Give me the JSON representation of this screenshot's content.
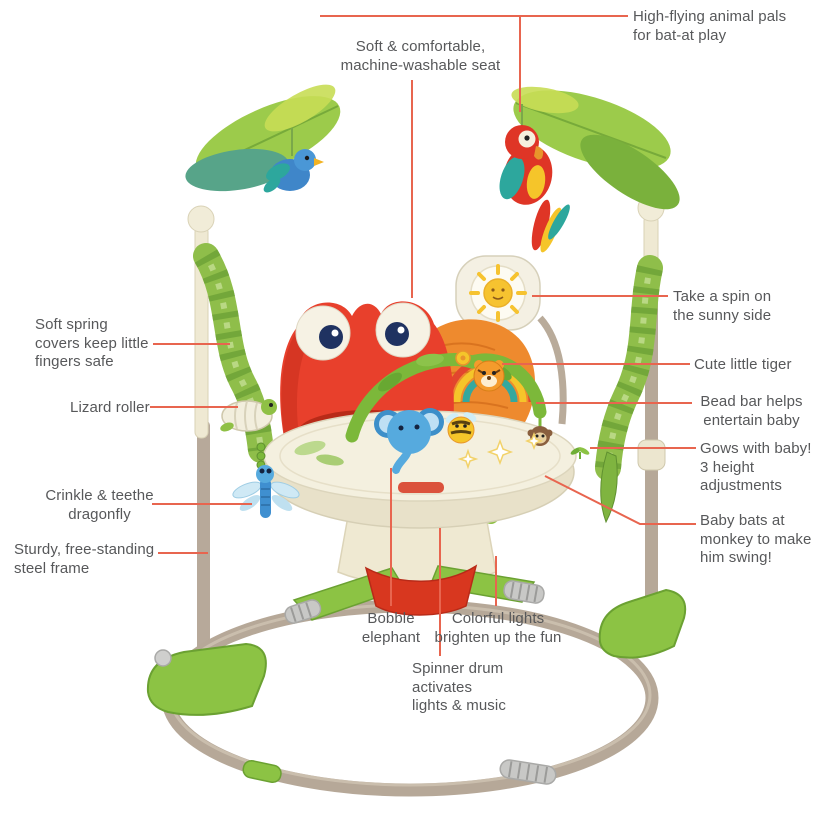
{
  "colors": {
    "background": "#ffffff",
    "callout_line": "#e8654f",
    "label_text": "#57585a",
    "frame_tan": "#b6a898",
    "frame_cream": "#efe9d3",
    "leaf_green": "#9ccb4b",
    "base_green": "#8cc344",
    "frog_red": "#e8402c",
    "pad_orange": "#ee8a2e",
    "tray_cream": "#f4f0df",
    "toy_blue": "#56aade",
    "toy_yellow": "#f5c52a",
    "toy_teal": "#2da79d",
    "connector_silver": "#c8c8c6"
  },
  "product": {
    "name": "Rainforest jumper activity center",
    "parts": [
      "leaf-canopy",
      "parrot-toy",
      "bird-toy",
      "spinner-drum",
      "frog-seat",
      "seat-pad",
      "bead-bar-arch",
      "elephant-toy",
      "bee-toy",
      "tiger-toy",
      "monkey-toy",
      "lizard-roller",
      "dragonfly-toy",
      "spring-covers",
      "seat-tray",
      "seat-pedestal",
      "steel-frame-ring",
      "base-feet"
    ]
  },
  "callouts": {
    "high_flying": {
      "text": "High-flying animal pals\nfor bat-at play"
    },
    "soft_seat": {
      "text": "Soft & comfortable,\nmachine-washable seat"
    },
    "take_spin": {
      "text": "Take a spin on\nthe sunny side"
    },
    "cute_tiger": {
      "text": "Cute little tiger"
    },
    "bead_bar": {
      "text": "Bead bar helps\nentertain baby"
    },
    "grows": {
      "text": "Gows with baby!\n3 height\nadjustments"
    },
    "baby_bats": {
      "text": "Baby bats at\nmonkey to make\nhim swing!"
    },
    "soft_spring": {
      "text": "Soft spring\ncovers keep little\nfingers safe"
    },
    "lizard": {
      "text": "Lizard roller"
    },
    "dragonfly": {
      "text": "Crinkle & teethe\ndragonfly"
    },
    "steel_frame": {
      "text": "Sturdy, free-standing\nsteel frame"
    },
    "bobble": {
      "text": "Bobble\nelephant"
    },
    "lights": {
      "text": "Colorful lights\nbrighten up the fun"
    },
    "spinner": {
      "text": "Spinner drum\nactivates\nlights & music"
    }
  }
}
